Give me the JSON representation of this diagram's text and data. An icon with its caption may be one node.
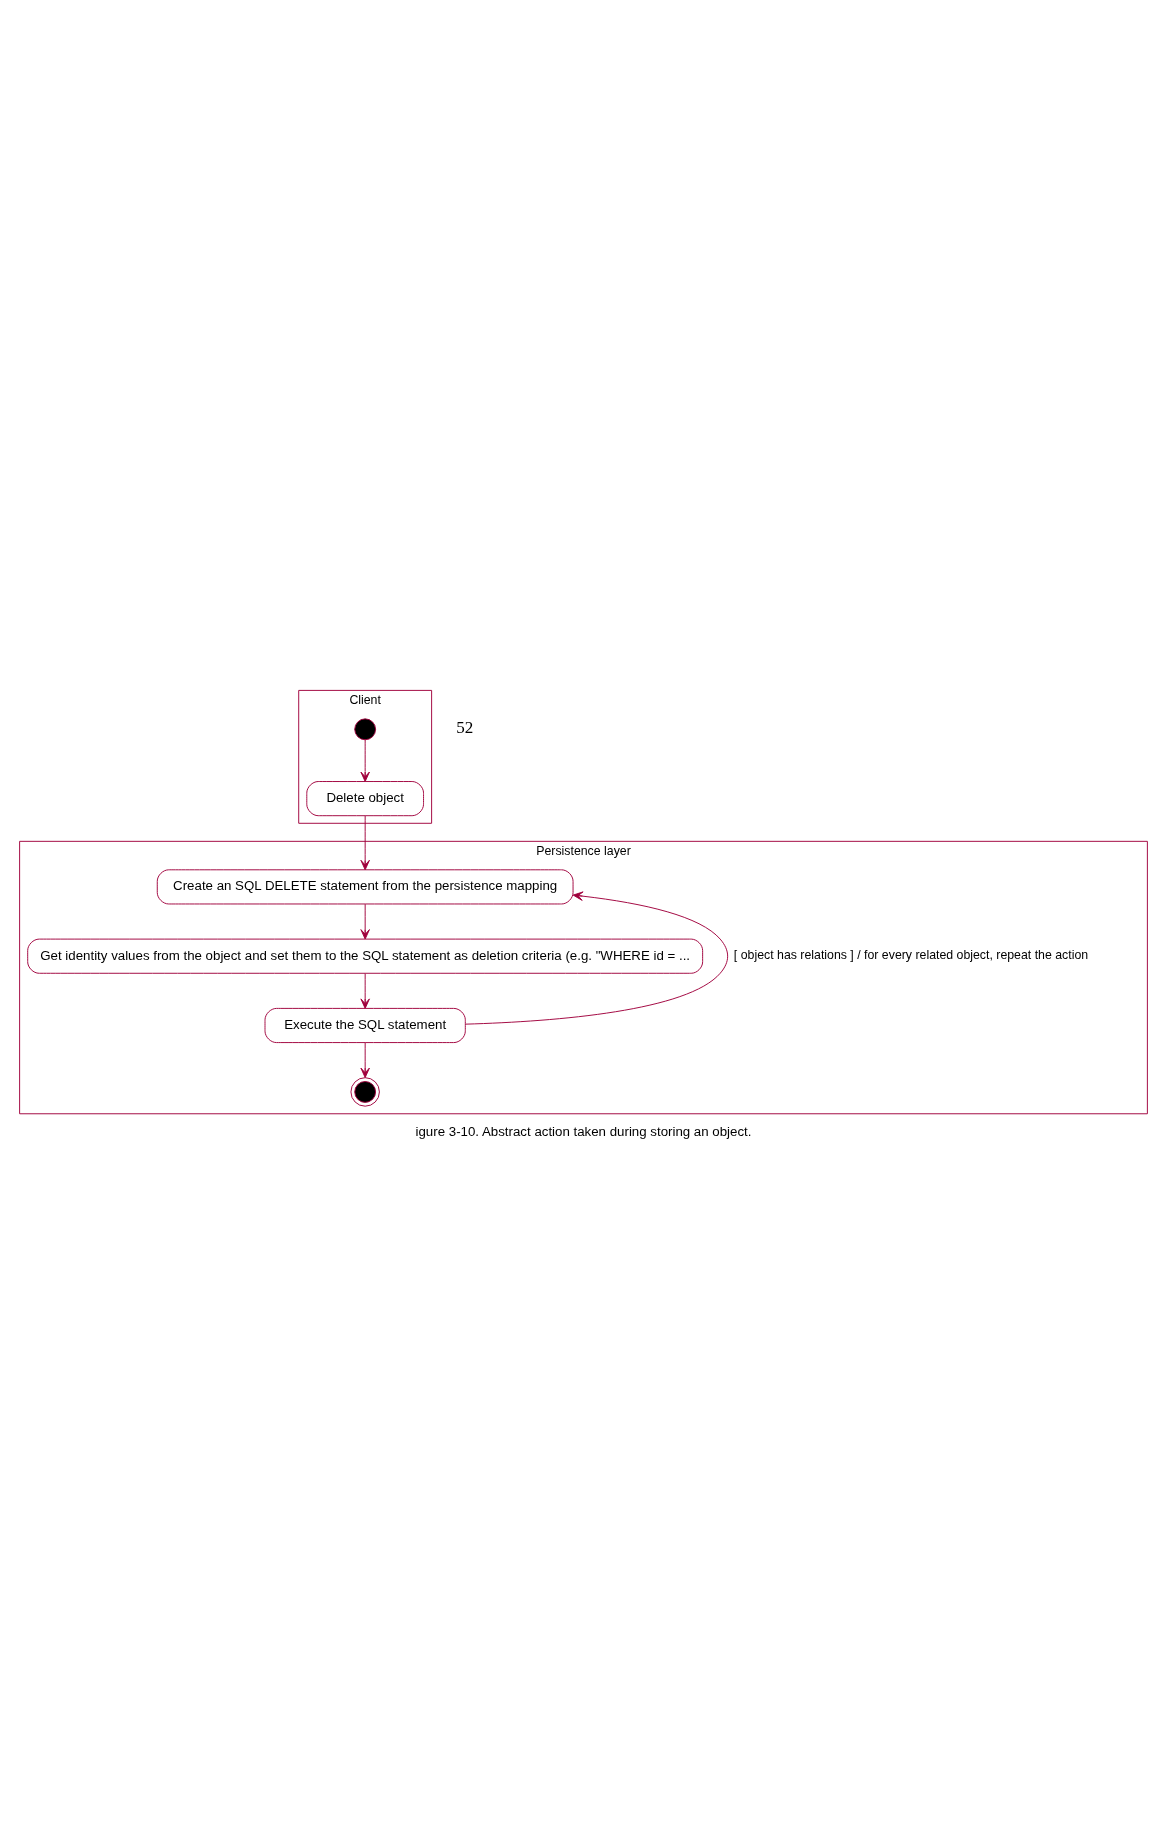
{
  "diagram": {
    "caption": "igure 3-10. Abstract action taken during storing an object.",
    "nodes": [
      {
        "text": [
          "Client"
        ]
      },
      {
        "text": [
          "Persistence layer"
        ]
      },
      {
        "text": [],
        "shape": "circle",
        "in": 0
      },
      {
        "text": [
          "Delete object"
        ],
        "in": 0
      },
      {
        "text": [
          "Create an SQL DELETE statement from the persistence mapping"
        ],
        "in": 1
      },
      {
        "text": [
          "Get identity values from the object and set them to the SQL statement as deletion criteria (e.g. \"WHERE id = ..."
        ],
        "in": 1
      },
      {
        "text": [
          "Execute the SQL statement"
        ],
        "in": 1
      },
      {
        "text": [],
        "shape": "circle",
        "in": 1
      }
    ],
    "edges": [
      {
        "from": 2,
        "to": 3,
        "arrow": "to"
      },
      {
        "from": 3,
        "to": 4,
        "arrow": "to"
      },
      {
        "from": 4,
        "to": 5,
        "arrow": "to"
      },
      {
        "from": 5,
        "to": 6,
        "arrow": "to"
      },
      {
        "from": 6,
        "to": 7,
        "arrow": "to"
      },
      {
        "from": 6,
        "to": 4,
        "arrow": "to",
        "label": "[ object has relations ] / for every related object, repeat the action"
      }
    ],
    "labels": [
      "52"
    ]
  }
}
